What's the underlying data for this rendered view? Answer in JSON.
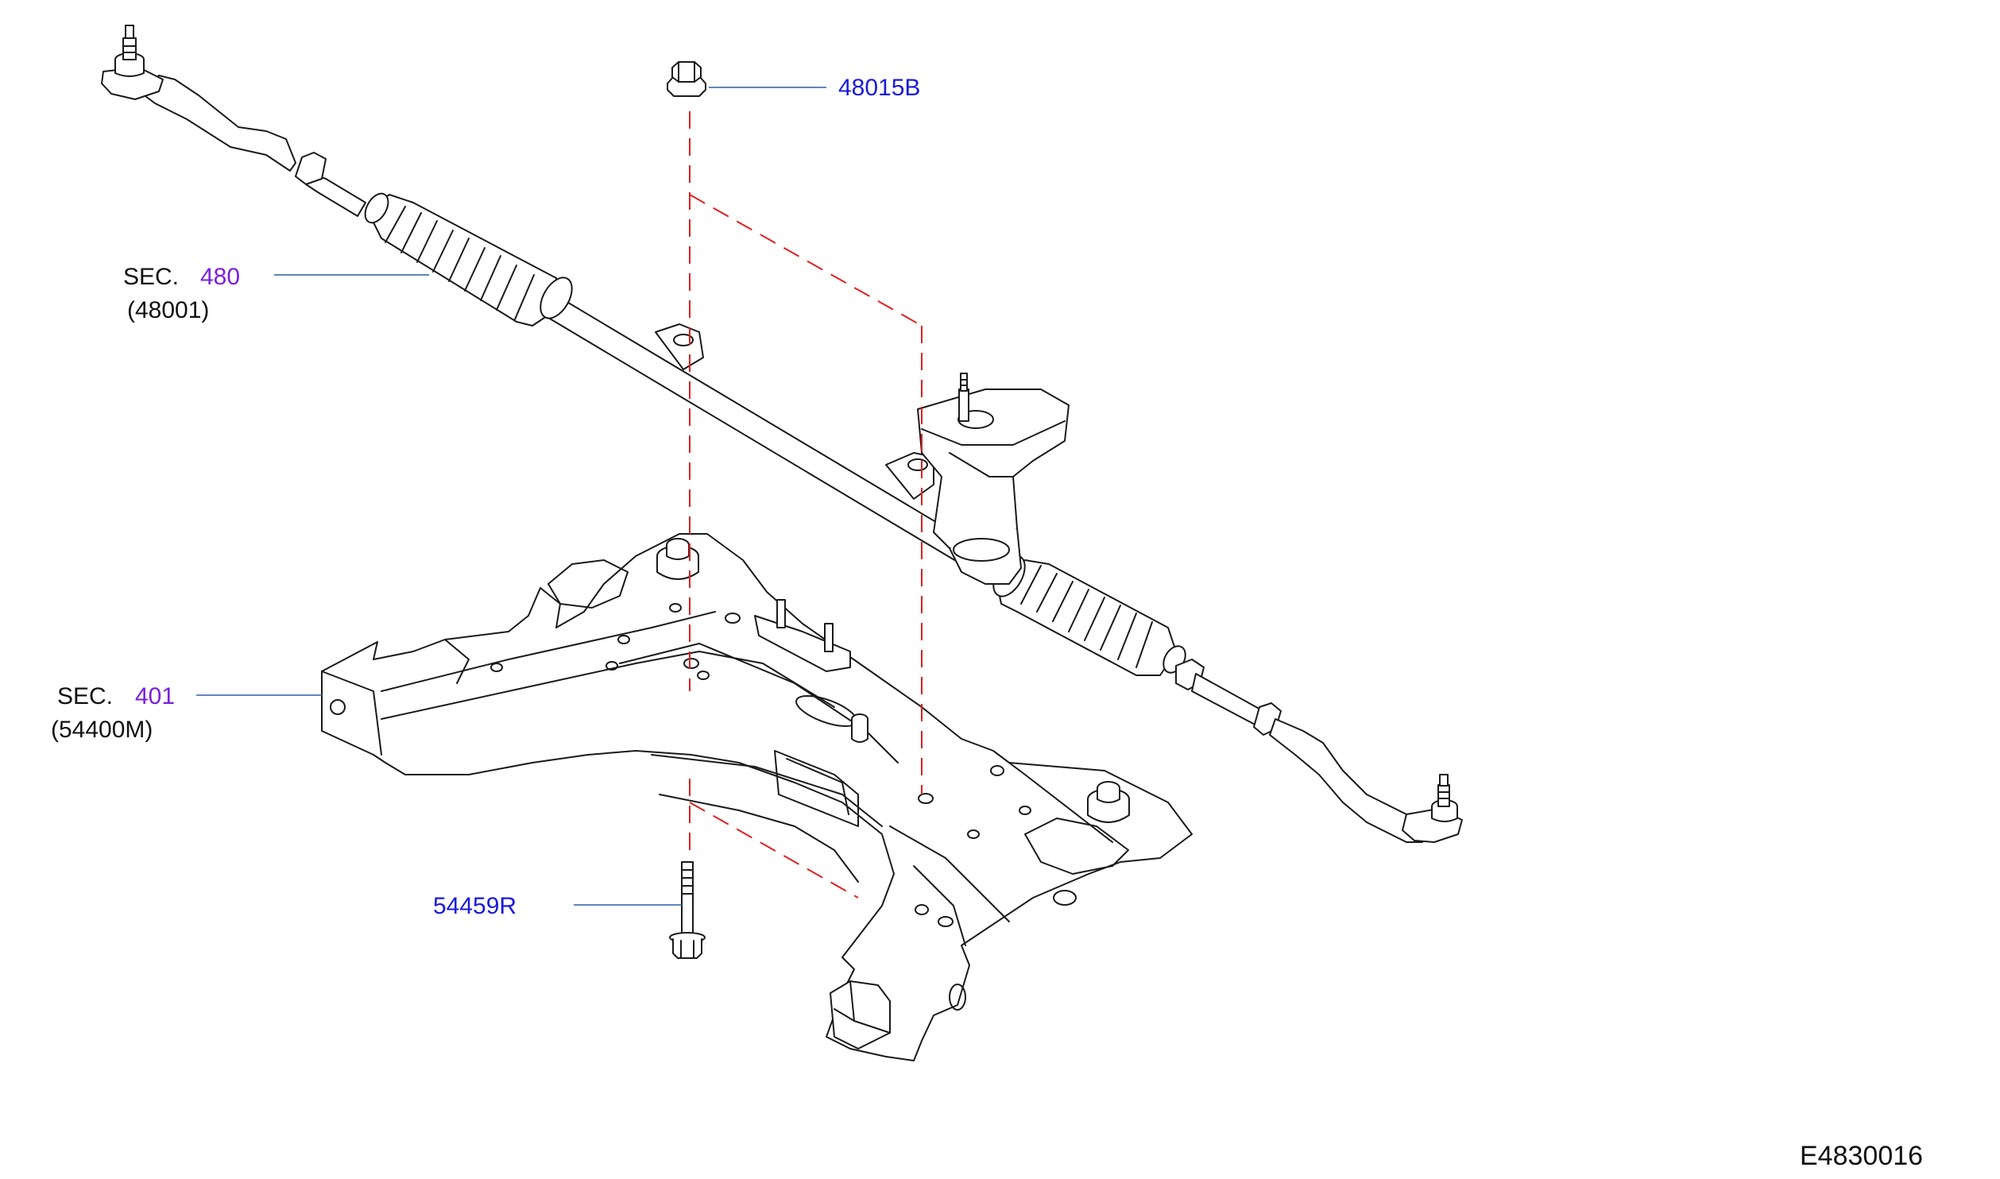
{
  "callouts": {
    "nut": "48015B",
    "bolt": "54459R",
    "rack_sec_prefix": "SEC.",
    "rack_sec_num": "480",
    "rack_part": "(48001)",
    "member_sec_prefix": "SEC.",
    "member_sec_num": "401",
    "member_part": "(54400M)"
  },
  "figure_id": "E4830016",
  "colors": {
    "part_link": "#1a1adb",
    "section_link": "#7a1ee0",
    "assembly_guide": "#e02020",
    "leader_line": "#2b5ea8"
  }
}
